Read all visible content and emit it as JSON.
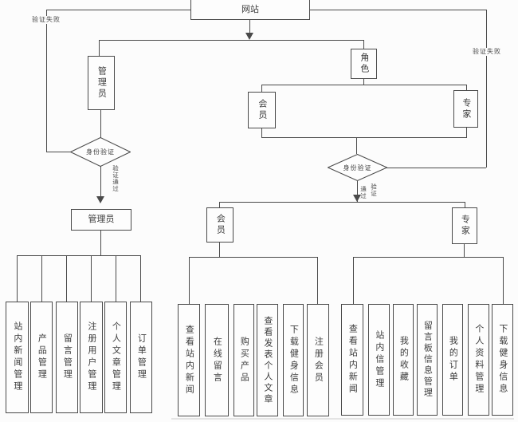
{
  "diagram": {
    "root": {
      "label": "网站"
    },
    "edges": {
      "verify_fail_left": "验证失败",
      "verify_fail_right": "验证失败",
      "verify_pass_left": "验证通过",
      "verify_pass_right_col_a": "验证",
      "verify_pass_right_col_b": "通过"
    },
    "level1": {
      "admin": "管理员",
      "role": "角色",
      "member": "会员",
      "expert": "专家"
    },
    "decisions": {
      "left": "身份验证",
      "right": "身份验证"
    },
    "actors": {
      "admin": "管理员",
      "member": "会员",
      "expert": "专家"
    },
    "functions": {
      "admin": [
        "站内新闻管理",
        "产品管理",
        "留言管理",
        "注册用户管理",
        "个人文章管理",
        "订单管理"
      ],
      "member": [
        "查看站内新闻",
        "在线留言",
        "购买产品",
        "查看发表个人文章",
        "下载健身信息",
        "注册会员"
      ],
      "expert": [
        "查看站内新闻",
        "站内信管理",
        "我的收藏",
        "留言板信息管理",
        "我的订单",
        "个人资料管理",
        "下载健身信息"
      ]
    },
    "colors": {
      "line": "#4a4a4a",
      "background": "#fcfcfc",
      "text": "#3b3b3b"
    }
  }
}
